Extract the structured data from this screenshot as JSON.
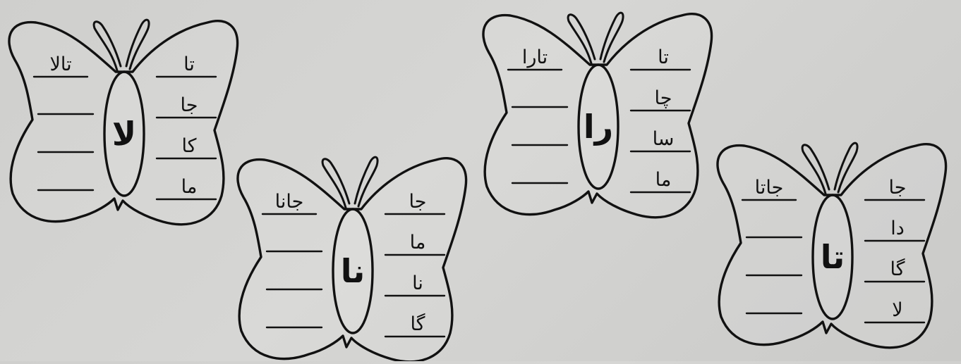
{
  "butterflies": [
    {
      "center_letter": "لا",
      "example": "تالا",
      "right_words": [
        "تا",
        "جا",
        "کا",
        "ما"
      ],
      "left_blanks": 3
    },
    {
      "center_letter": "نا",
      "example": "جانا",
      "right_words": [
        "جا",
        "ما",
        "نا",
        "گا"
      ],
      "left_blanks": 3
    },
    {
      "center_letter": "را",
      "example": "تارا",
      "right_words": [
        "تا",
        "چا",
        "سا",
        "ما"
      ],
      "left_blanks": 3
    },
    {
      "center_letter": "تا",
      "example": "جاتا",
      "right_words": [
        "جا",
        "دا",
        "گا",
        "لا"
      ],
      "left_blanks": 3
    }
  ]
}
